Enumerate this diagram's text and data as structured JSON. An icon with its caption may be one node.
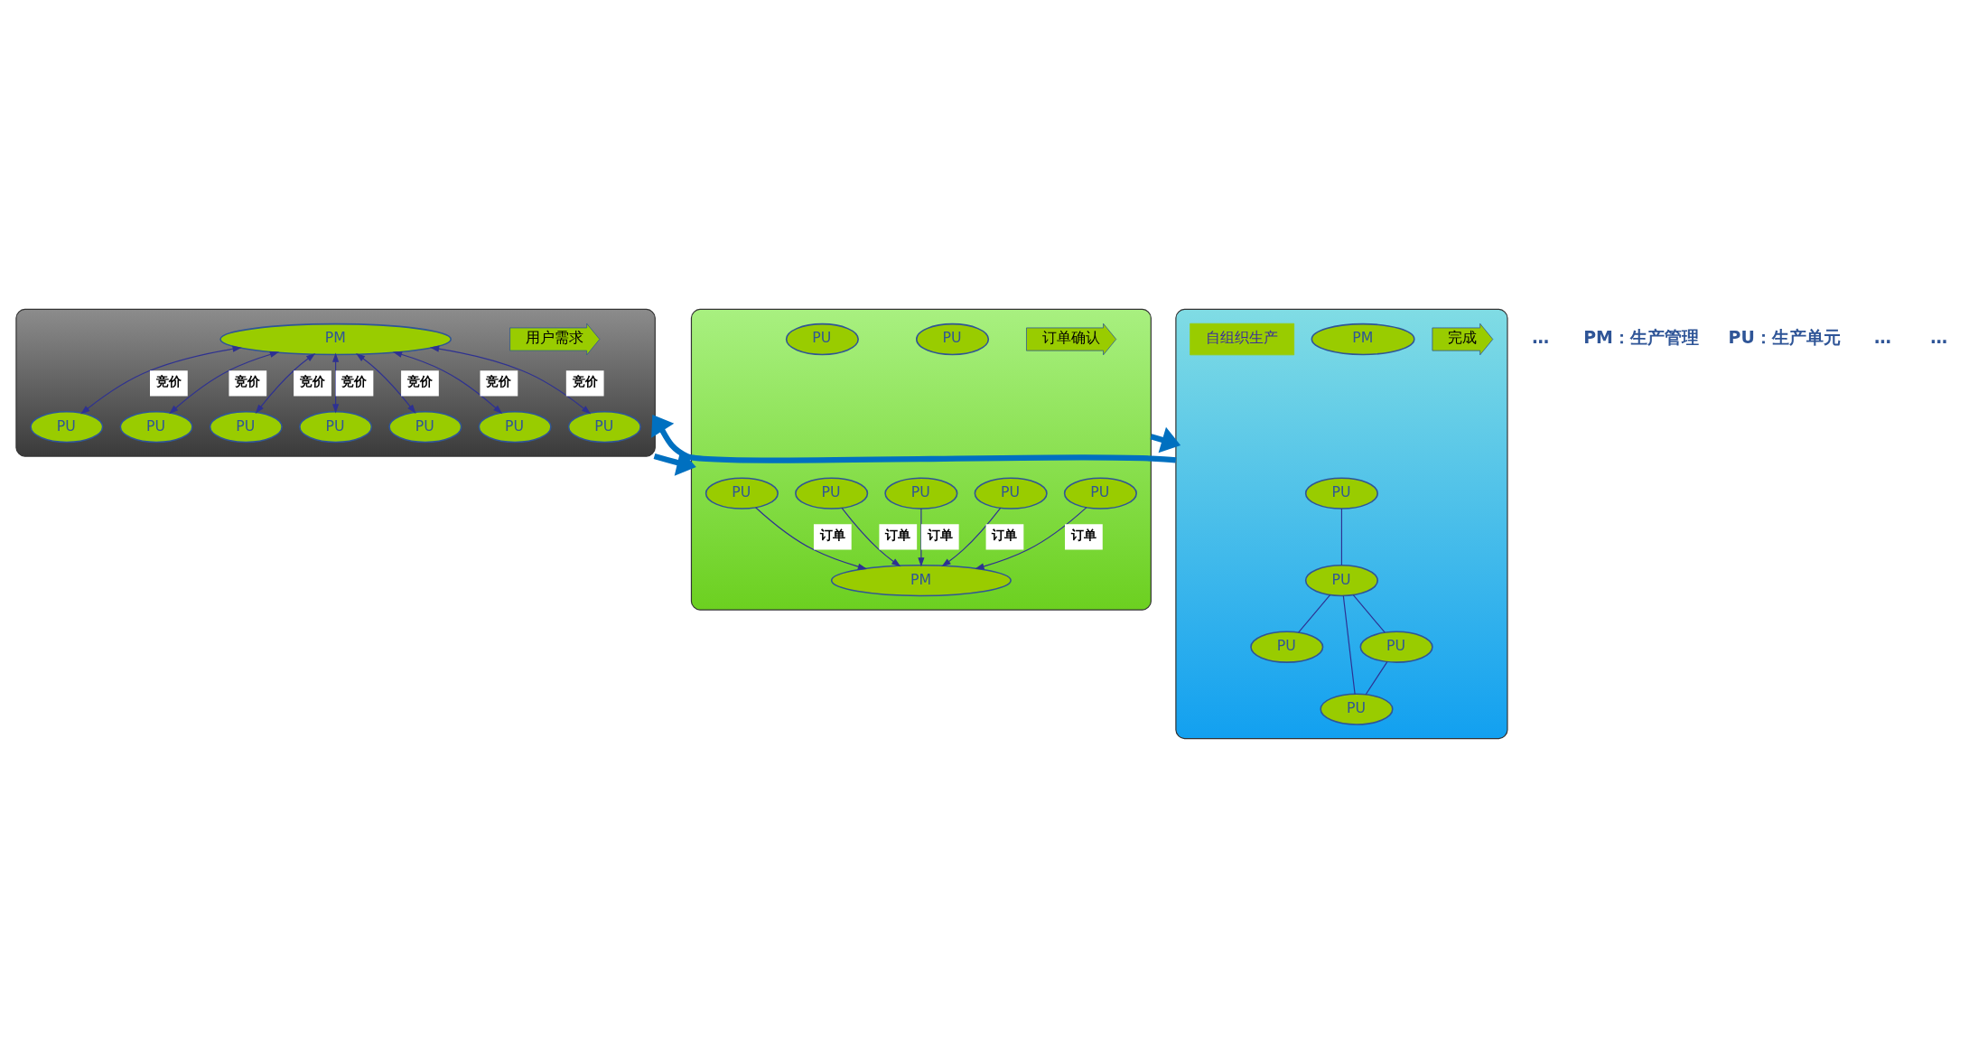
{
  "diagram": {
    "nodes": [
      {
        "text": [],
        "shape": "box"
      },
      {
        "text": [
          "用户需求"
        ],
        "in": 0
      },
      {
        "text": [
          "PM"
        ],
        "in": 0
      },
      {
        "text": [
          "PU"
        ],
        "in": 0
      },
      {
        "text": [
          "PU"
        ],
        "in": 0
      },
      {
        "text": [
          "PU"
        ],
        "in": 0
      },
      {
        "text": [
          "PU"
        ],
        "in": 0
      },
      {
        "text": [
          "PU"
        ],
        "in": 0
      },
      {
        "text": [
          "PU"
        ],
        "in": 0
      },
      {
        "text": [
          "PU"
        ],
        "in": 0
      },
      {
        "text": [],
        "shape": "box"
      },
      {
        "text": [
          "完成"
        ],
        "in": 10
      },
      {
        "text": [
          "PU"
        ],
        "in": 10
      },
      {
        "text": [
          "PU"
        ],
        "in": 10
      },
      {
        "text": [
          "PM"
        ],
        "in": 10
      },
      {
        "text": [
          "PU"
        ],
        "in": 10
      },
      {
        "text": [
          "自组织生产"
        ],
        "in": 10
      },
      {
        "text": [
          "PU"
        ],
        "in": 10
      },
      {
        "text": [
          "PU"
        ],
        "in": 10
      },
      {
        "text": [],
        "shape": "box"
      },
      {
        "text": [
          "订单确认"
        ],
        "in": 19
      },
      {
        "text": [
          "PU"
        ],
        "in": 19
      },
      {
        "text": [
          "PM"
        ],
        "in": 19
      },
      {
        "text": [
          "PU"
        ],
        "in": 19
      },
      {
        "text": [
          "PU"
        ],
        "in": 19
      },
      {
        "text": [
          "PU"
        ],
        "in": 19
      },
      {
        "text": [
          "PU"
        ],
        "in": 19
      },
      {
        "text": [
          "PU"
        ],
        "in": 19
      },
      {
        "text": [
          "PU"
        ],
        "in": 19
      }
    ],
    "edges": [
      {
        "from": 2,
        "to": 3,
        "arrow": "both",
        "label": "竞价"
      },
      {
        "from": 2,
        "to": 4,
        "arrow": "both",
        "label": "竞价"
      },
      {
        "from": 2,
        "to": 5,
        "arrow": "both",
        "label": "竞价"
      },
      {
        "from": 2,
        "to": 6,
        "arrow": "both",
        "label": "竞价"
      },
      {
        "from": 2,
        "to": 7,
        "arrow": "both",
        "label": "竞价"
      },
      {
        "from": 2,
        "to": 8,
        "arrow": "both",
        "label": "竞价"
      },
      {
        "from": 2,
        "to": 9,
        "arrow": "both",
        "label": "竞价"
      },
      {
        "from": 12,
        "to": 13,
        "arrow": "none"
      },
      {
        "from": 13,
        "to": 15,
        "arrow": "none"
      },
      {
        "from": 13,
        "to": 17,
        "arrow": "none"
      },
      {
        "from": 13,
        "to": 18,
        "arrow": "none"
      },
      {
        "from": 18,
        "to": 17,
        "arrow": "none"
      },
      {
        "from": 21,
        "to": 22,
        "arrow": "to",
        "label": "订单"
      },
      {
        "from": 24,
        "to": 22,
        "arrow": "to",
        "label": "订单"
      },
      {
        "from": 25,
        "to": 22,
        "arrow": "to",
        "label": "订单"
      },
      {
        "from": 26,
        "to": 22,
        "arrow": "to",
        "label": "订单"
      },
      {
        "from": 27,
        "to": 22,
        "arrow": "to",
        "label": "订单"
      },
      {
        "from": 0,
        "to": 19,
        "arrow": "to",
        "style": "thick",
        "color": "#0070c0"
      },
      {
        "from": 19,
        "to": 10,
        "arrow": "to",
        "style": "thick",
        "color": "#0070c0"
      },
      {
        "from": 10,
        "to": 0,
        "arrow": "to",
        "style": "thick",
        "color": "#0070c0"
      }
    ],
    "labels": [
      "…",
      "PM：生产管理",
      "PU：生产单元",
      "…",
      "…"
    ]
  }
}
